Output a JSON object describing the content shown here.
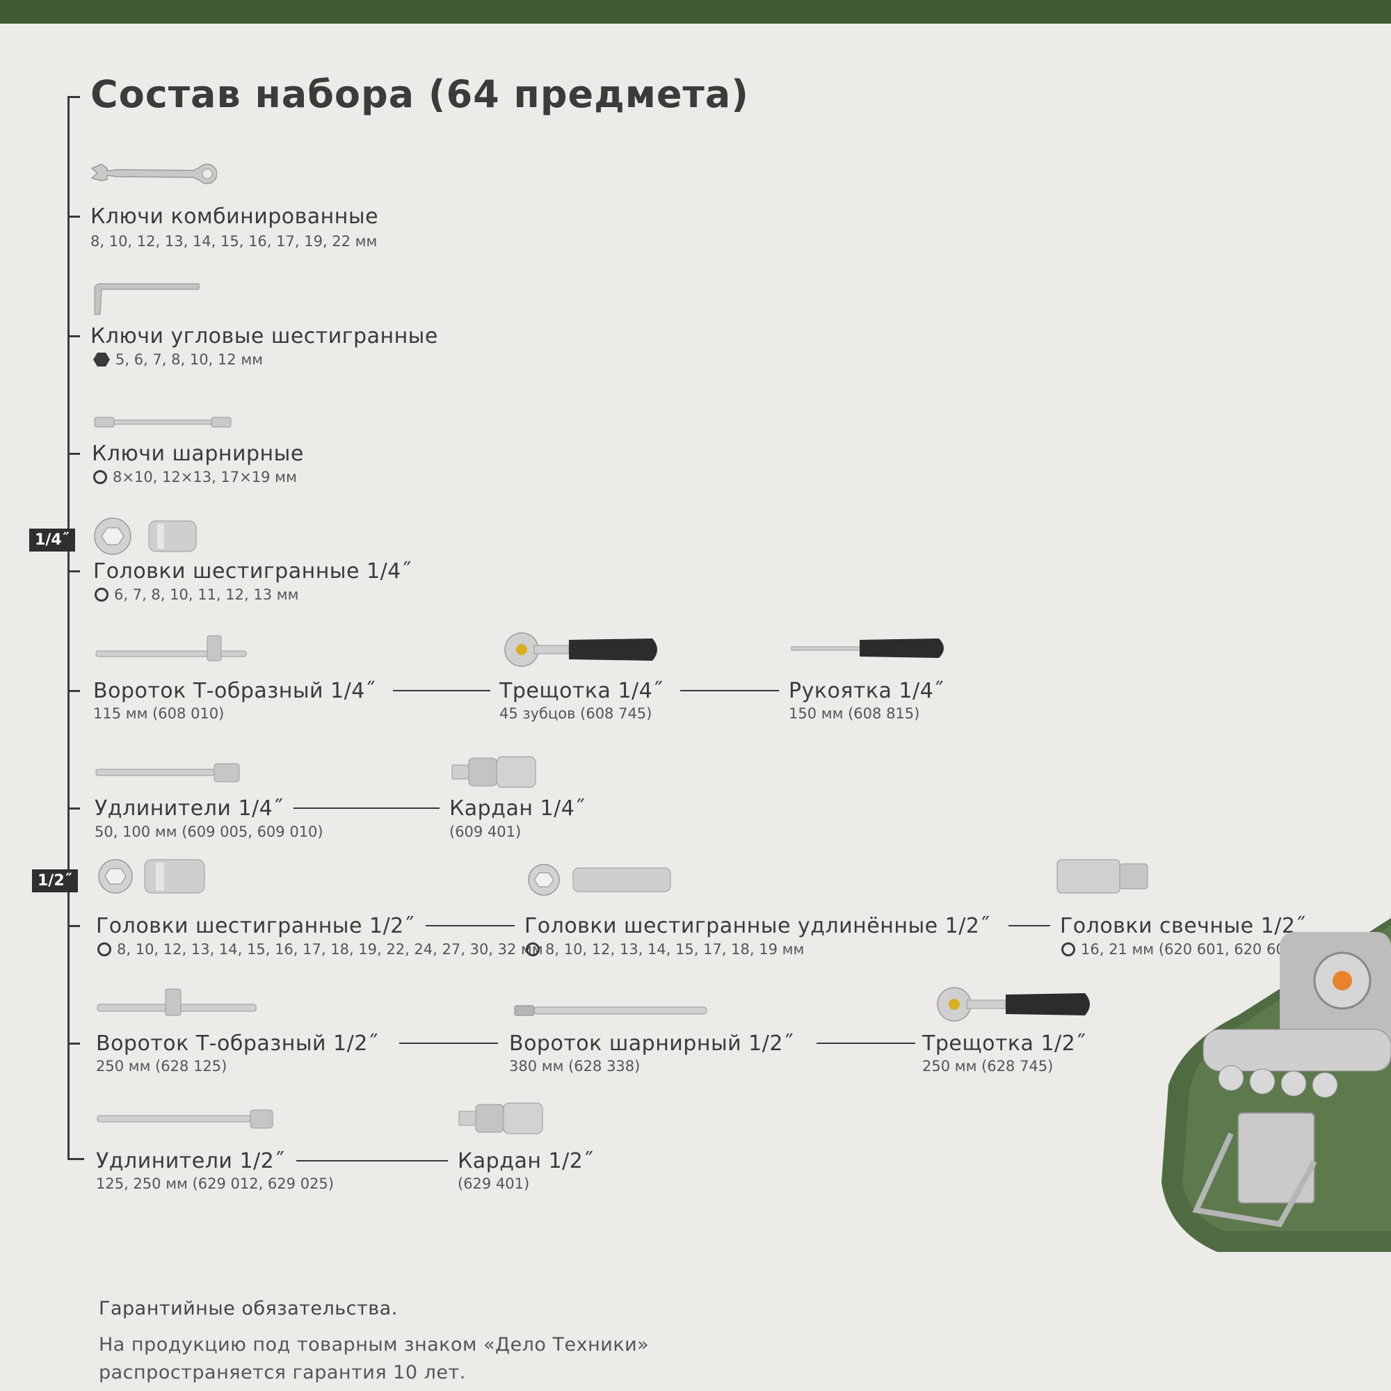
{
  "title": "Состав набора (64 предмета)",
  "badges": {
    "quarter": "1/4˝",
    "half": "1/2˝"
  },
  "items": {
    "combo_wrenches": {
      "name": "Ключи комбинированные",
      "sizes": "8, 10, 12, 13, 14, 15, 16, 17, 19, 22 мм"
    },
    "hex_keys": {
      "name": "Ключи угловые шестигранные",
      "sizes": "5, 6, 7, 8, 10, 12 мм"
    },
    "flex_wrenches": {
      "name": "Ключи шарнирные",
      "sizes": "8×10, 12×13, 17×19 мм"
    },
    "sockets_quarter": {
      "name": "Головки шестигранные 1/4˝",
      "sizes": "6, 7, 8, 10, 11, 12, 13 мм"
    },
    "t_handle_quarter": {
      "name": "Вороток Т-образный 1/4˝",
      "sizes": "115 мм (608 010)"
    },
    "ratchet_quarter": {
      "name": "Трещотка 1/4˝",
      "sizes": "45 зубцов (608 745)"
    },
    "handle_quarter": {
      "name": "Рукоятка 1/4˝",
      "sizes": "150 мм (608 815)"
    },
    "ext_quarter": {
      "name": "Удлинители 1/4˝",
      "sizes": "50, 100 мм (609 005, 609 010)"
    },
    "ujoint_quarter": {
      "name": "Кардан 1/4˝",
      "sizes": "(609 401)"
    },
    "sockets_half": {
      "name": "Головки шестигранные 1/2˝",
      "sizes": "8, 10, 12, 13, 14, 15, 16, 17, 18, 19, 22, 24, 27, 30, 32 мм"
    },
    "deep_sockets_half": {
      "name": "Головки шестигранные удлинённые 1/2˝",
      "sizes": "8, 10, 12, 13, 14, 15, 17, 18, 19 мм"
    },
    "spark_sockets_half": {
      "name": "Головки свечные 1/2˝",
      "sizes": "16, 21 мм (620 601, 620 603)"
    },
    "t_handle_half": {
      "name": "Вороток Т-образный 1/2˝",
      "sizes": "250 мм (628 125)"
    },
    "breaker_bar_half": {
      "name": "Вороток шарнирный 1/2˝",
      "sizes": "380 мм (628 338)"
    },
    "ratchet_half": {
      "name": "Трещотка 1/2˝",
      "sizes": "250 мм (628 745)"
    },
    "ext_half": {
      "name": "Удлинители 1/2˝",
      "sizes": "125, 250 мм (629 012, 629 025)"
    },
    "ujoint_half": {
      "name": "Кардан 1/2˝",
      "sizes": "(629 401)"
    }
  },
  "warranty": {
    "heading": "Гарантийные обязательства.",
    "line1": "На продукцию под товарным знаком «Дело Техники»",
    "line2": "распространяется гарантия 10 лет."
  },
  "icons": [
    "combination-wrench-icon",
    "hex-key-icon",
    "flex-wrench-icon",
    "socket-icon",
    "t-handle-icon",
    "ratchet-icon",
    "screwdriver-handle-icon",
    "extension-bar-icon",
    "universal-joint-icon",
    "deep-socket-icon",
    "spark-plug-socket-icon",
    "breaker-bar-icon",
    "tool-case-photo"
  ],
  "colors": {
    "band": "#3f5a35",
    "case": "#4f6b41",
    "text": "#3a3a3a",
    "background": "#ecebe8"
  }
}
